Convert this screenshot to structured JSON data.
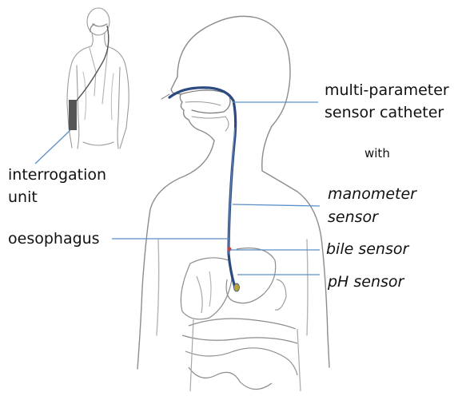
{
  "labels": {
    "catheter_line1": "multi-parameter",
    "catheter_line2": "sensor catheter",
    "with": "with",
    "manometer_line1": "manometer",
    "manometer_line2": "sensor",
    "bile": "bile sensor",
    "ph": "pH sensor",
    "interrogation_line1": "interrogation",
    "interrogation_line2": "unit",
    "oesophagus": "oesophagus"
  },
  "colors": {
    "sketch": "#8c8c8c",
    "sketch_light": "#b5b5b5",
    "leader": "#5b8fc7",
    "catheter": "#2b4a80",
    "unit": "#555555",
    "bile_dot": "#d33b3b",
    "ph_tip": "#b9a43a"
  }
}
